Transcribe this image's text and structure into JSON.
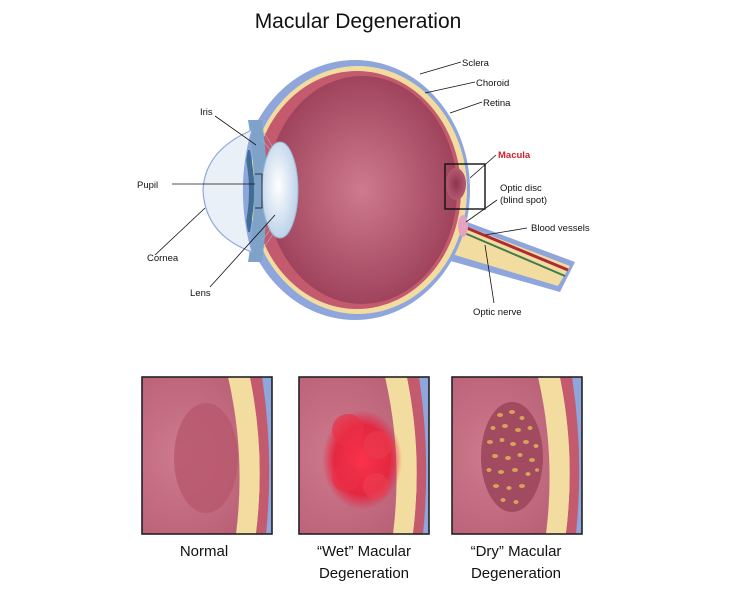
{
  "title": "Macular Degeneration",
  "labels": {
    "sclera": "Sclera",
    "choroid": "Choroid",
    "retina": "Retina",
    "iris": "Iris",
    "macula": "Macula",
    "pupil": "Pupil",
    "optic_disc_line1": "Optic disc",
    "optic_disc_line2": "(blind spot)",
    "blood_vessels": "Blood vessels",
    "cornea": "Cornea",
    "lens": "Lens",
    "optic_nerve": "Optic nerve"
  },
  "panels": [
    {
      "caption_line1": "Normal",
      "caption_line2": ""
    },
    {
      "caption_line1": "“Wet” Macular",
      "caption_line2": "Degeneration"
    },
    {
      "caption_line1": "“Dry” Macular",
      "caption_line2": "Degeneration"
    }
  ],
  "colors": {
    "sclera": "#8fa6dc",
    "choroid": "#c45a6e",
    "retina_layer": "#f3dca0",
    "vitreous": "#a94f66",
    "macula_highlight": "#d0202a",
    "wet_blood": "#e8203a",
    "dry_deposits": "#d7a35a"
  }
}
